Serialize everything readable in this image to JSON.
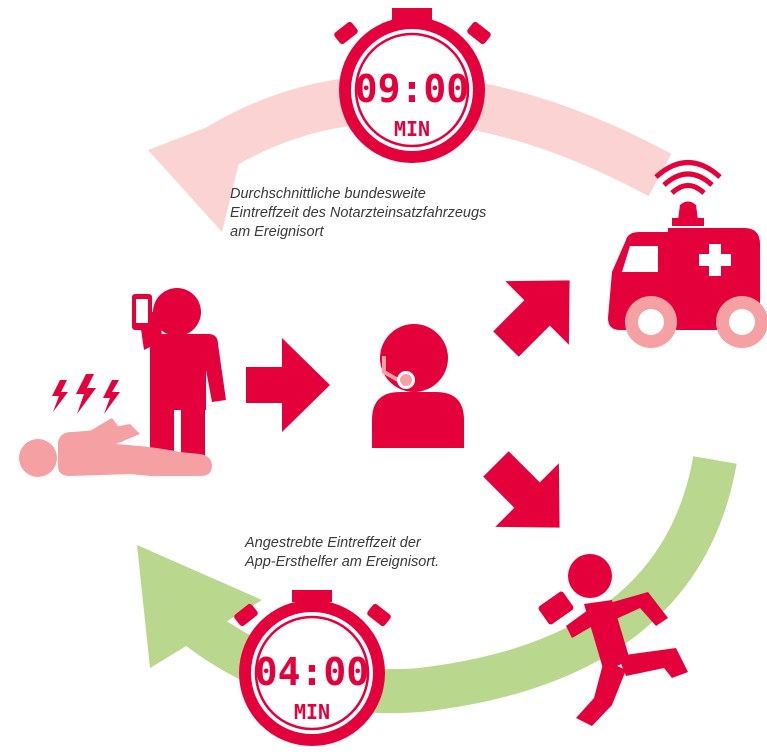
{
  "timers": {
    "ambulance": {
      "time": "09:00",
      "unit": "MIN"
    },
    "app_helper": {
      "time": "04:00",
      "unit": "MIN"
    }
  },
  "captions": {
    "ambulance": [
      "Durchschnittliche bundesweite",
      "Eintreffzeit des Notarzteinsatzfahrzeugs",
      "am Ereignisort"
    ],
    "app_helper": [
      "Angestrebte Eintreffzeit der",
      "App-Ersthelfer am Ereignisort."
    ]
  },
  "colors": {
    "primary_red": "#e4003b",
    "light_red": "#f5a0a3",
    "pale_pink": "#fbd3d2",
    "green": "#b9d88e",
    "white": "#ffffff"
  },
  "icons": {
    "patient": "lying-person-icon",
    "caller": "person-with-phone-icon",
    "dispatcher": "headset-operator-icon",
    "ambulance": "ambulance-icon",
    "runner": "running-person-with-phone-icon",
    "timer": "stopwatch-icon",
    "pain": "lightning-icon"
  }
}
